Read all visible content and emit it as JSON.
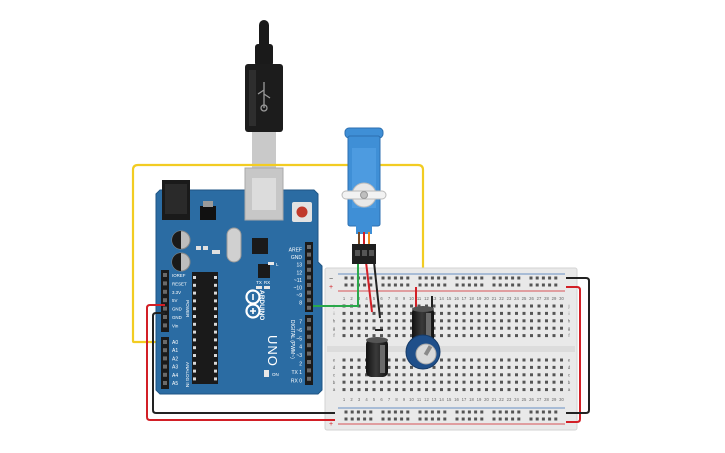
{
  "colors": {
    "board": "#2b6ca3",
    "board_edge": "#1f5585",
    "breadboard": "#e9e9e9",
    "wire_yellow": "#f2cc22",
    "wire_red": "#d21f26",
    "wire_black": "#222222",
    "wire_green": "#2aa84a",
    "servo": "#3f8fd6",
    "pot": "#1f4f8a"
  },
  "arduino": {
    "brand": "ARDUINO",
    "model": "UNO",
    "digital_label": "DIGITAL (PWM~)",
    "power_label": "POWER",
    "analog_label": "ANALOG IN",
    "tx_label": "TX",
    "rx_label": "RX",
    "l_label": "L",
    "on_label": "ON",
    "digital_pins": [
      "AREF",
      "GND",
      "13",
      "12",
      "~11",
      "~10",
      "~9",
      "8",
      "7",
      "~6",
      "~5",
      "4",
      "~3",
      "2",
      "TX 1",
      "RX 0"
    ],
    "power_pins": [
      "IOREF",
      "RESET",
      "3.3V",
      "5V",
      "GND",
      "GND",
      "Vin"
    ],
    "analog_pins": [
      "A0",
      "A1",
      "A2",
      "A3",
      "A4",
      "A5"
    ]
  },
  "breadboard": {
    "plus": "+",
    "minus": "−",
    "column_numbers": [
      "1",
      "2",
      "3",
      "4",
      "5",
      "6",
      "7",
      "8",
      "9",
      "10",
      "11",
      "12",
      "13",
      "14",
      "15",
      "16",
      "17",
      "18",
      "19",
      "20",
      "21",
      "22",
      "23",
      "24",
      "25",
      "26",
      "27",
      "28",
      "29",
      "30"
    ],
    "rows_top": [
      "j",
      "i",
      "h",
      "g",
      "f"
    ],
    "rows_bottom": [
      "e",
      "d",
      "c",
      "b",
      "a"
    ]
  },
  "icons": {
    "usb": "usb-plug-icon",
    "servo": "servo-motor-icon",
    "capacitor": "capacitor-icon",
    "potentiometer": "potentiometer-icon"
  }
}
